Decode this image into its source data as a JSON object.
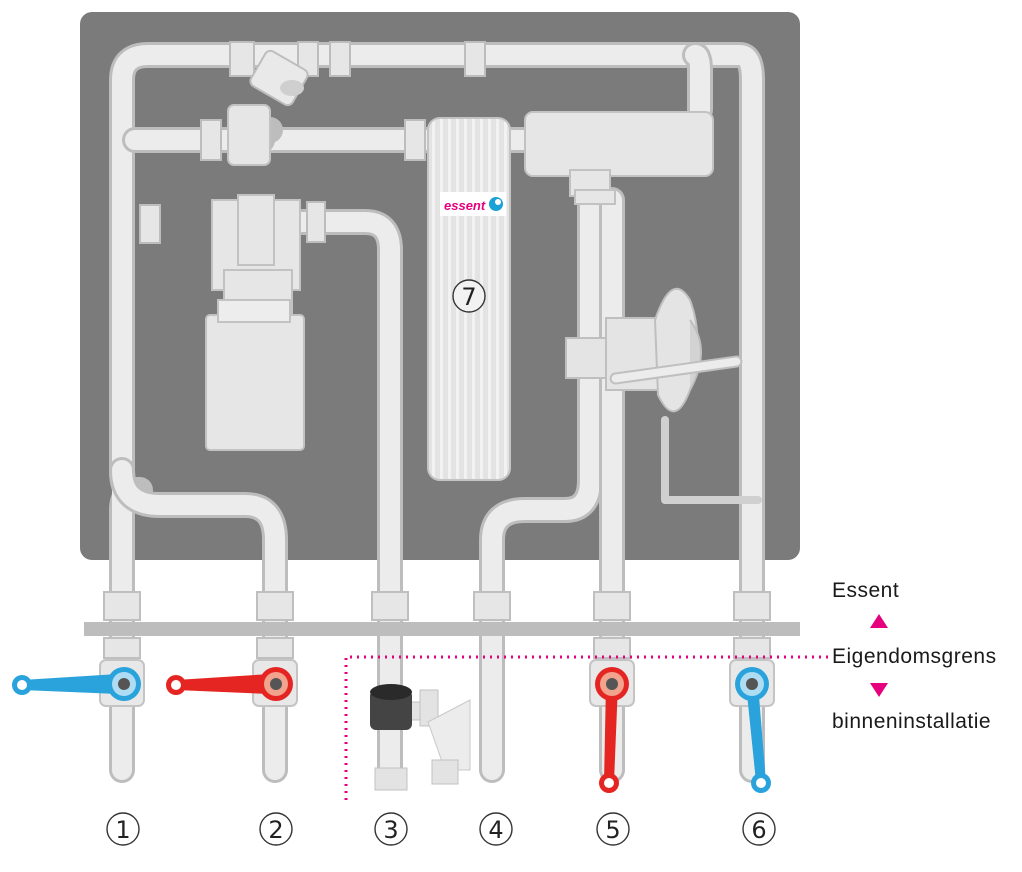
{
  "labels": {
    "top": "Essent",
    "middle": "Eigendomsgrens",
    "bottom": "binneninstallatie"
  },
  "brand": {
    "name": "essent"
  },
  "connections": [
    "1",
    "2",
    "3",
    "4",
    "5",
    "6"
  ],
  "exchanger_number": "7",
  "colors": {
    "panel": "#7a7a7a",
    "pipe": "#e4e4e4",
    "blue": "#2aa3dc",
    "red": "#e52521",
    "magenta": "#e6007e"
  }
}
